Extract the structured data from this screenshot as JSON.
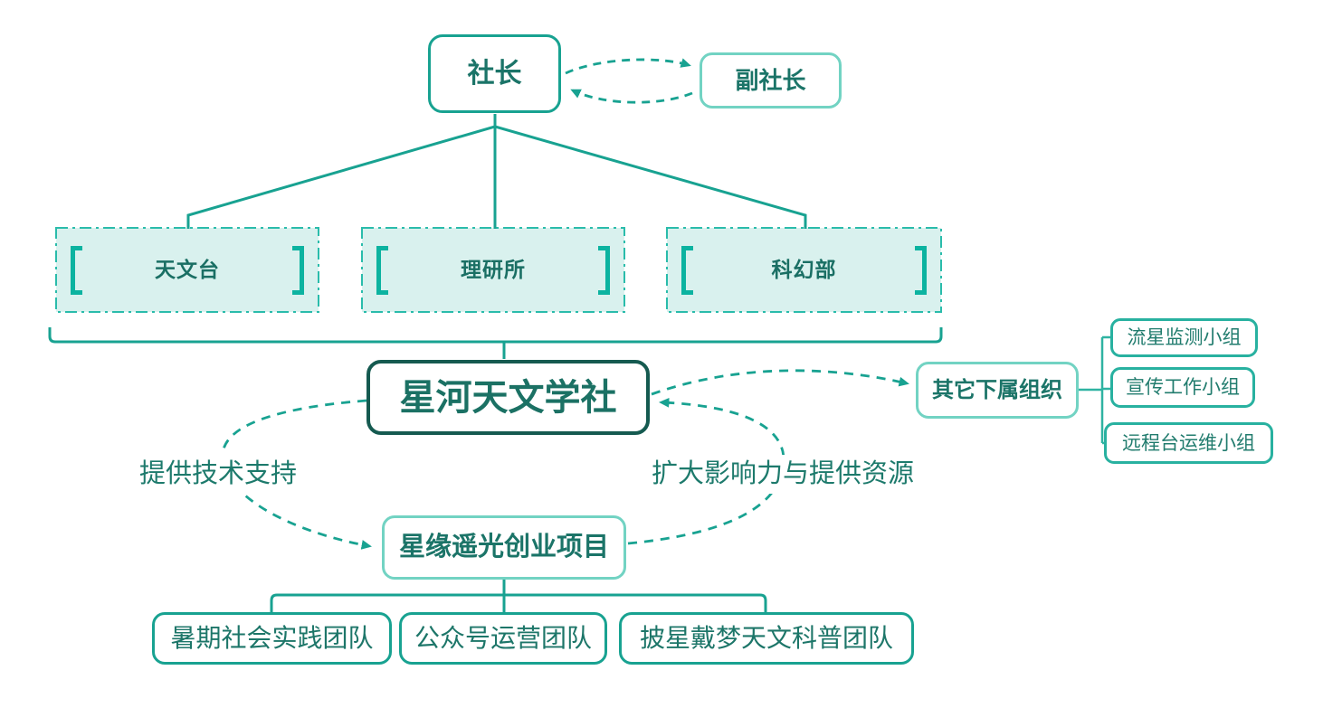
{
  "colors": {
    "accent": "#18A291",
    "accent-mid": "#2FB3A2",
    "light-border": "#72D3C3",
    "dark-border": "#155A50",
    "dark-text": "#1B7468",
    "mid-text": "#1D7A6C",
    "dept-fill": "#D9F1EE",
    "dept-stroke": "#2ABCAB",
    "bracket": "#0CB3A0",
    "subgroup-border": "#28B1A0"
  },
  "nodes": {
    "president": "社长",
    "vice_president": "副社长",
    "departments": [
      "天文台",
      "理研所",
      "科幻部"
    ],
    "society": "星河天文学社",
    "other_orgs": "其它下属组织",
    "subgroups": [
      "流星监测小组",
      "宣传工作小组",
      "远程台运维小组"
    ],
    "project": "星缘遥光创业项目",
    "teams": [
      "暑期社会实践团队",
      "公众号运营团队",
      "披星戴梦天文科普团队"
    ]
  },
  "edge_labels": {
    "tech_support": "提供技术支持",
    "influence": "扩大影响力与提供资源"
  }
}
